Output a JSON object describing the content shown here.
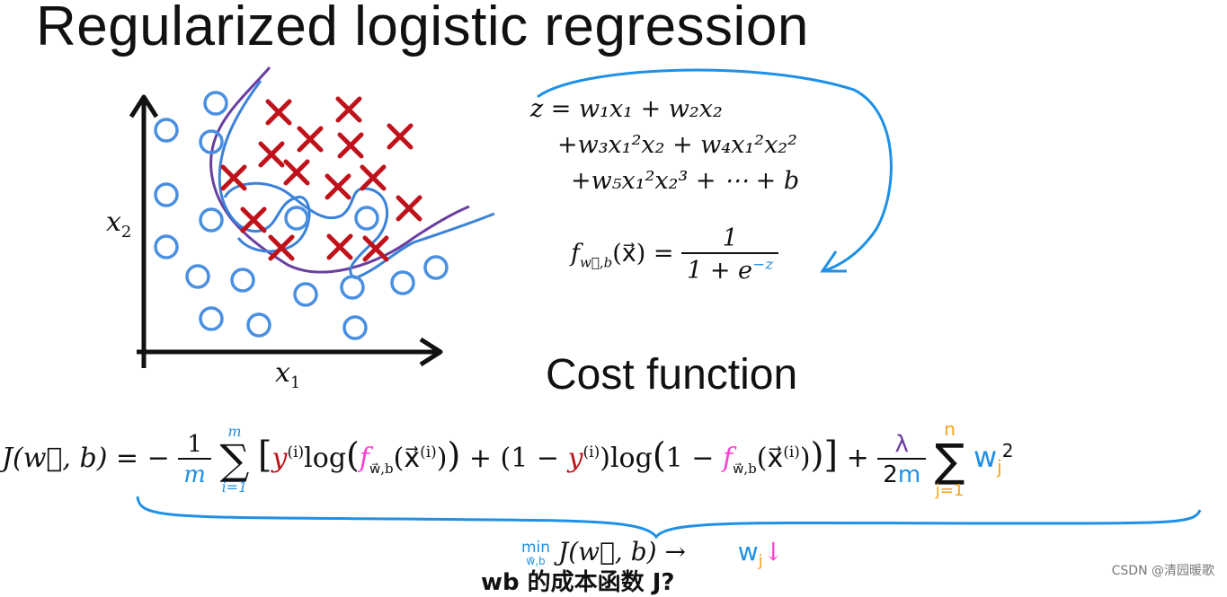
{
  "title": "Regularized logistic regression",
  "cost_heading": "Cost function",
  "plot": {
    "x1_label": "x",
    "x1_sub": "1",
    "x2_label": "x",
    "x2_sub": "2",
    "marker_o": "o",
    "marker_x": "x"
  },
  "z_equation": {
    "line1": "z = w₁x₁ + w₂x₂",
    "line2": "+w₃x₁²x₂ + w₄x₁²x₂²",
    "line3": "+w₅x₁²x₂³ + ⋯ + b"
  },
  "f_equation": {
    "lhs": "f",
    "lhs_sub": "w⃗,b",
    "arg": "(x⃗) =",
    "numerator": "1",
    "denominator": "1 + e",
    "exponent": "−z"
  },
  "cost_equation": {
    "lhs": "J(w⃗, b) = −",
    "frac_num": "1",
    "frac_den": "m",
    "sum_top": "m",
    "sum_bottom": "i=1",
    "term1": "y",
    "sup_i": "(i)",
    "log": "log",
    "f": "f",
    "f_sub": "w⃗,b",
    "x_arg": "x⃗",
    "one_minus": "1 −",
    "reg_num": "λ",
    "reg_den": "2m",
    "reg_sum_top": "n",
    "reg_sum_bottom": "j=1",
    "reg_term": "w",
    "reg_sub": "j",
    "reg_sup": "2"
  },
  "bottom": {
    "min_label": "min",
    "min_under": "w⃗,b",
    "j_expr": "J(w⃗, b)",
    "arrow": "→",
    "wj": "w",
    "wj_sub": "j",
    "down_arrow": "↓"
  },
  "subtitle": "wb 的成本函数 J?",
  "watermark": "CSDN @清园暖歌",
  "colors": {
    "blue": "#1e90e6",
    "circle_blue": "#4a8fe0",
    "red": "#c0121a",
    "pink": "#ff3ed0",
    "orange": "#f5a31a",
    "purple": "#6a3fa0"
  }
}
